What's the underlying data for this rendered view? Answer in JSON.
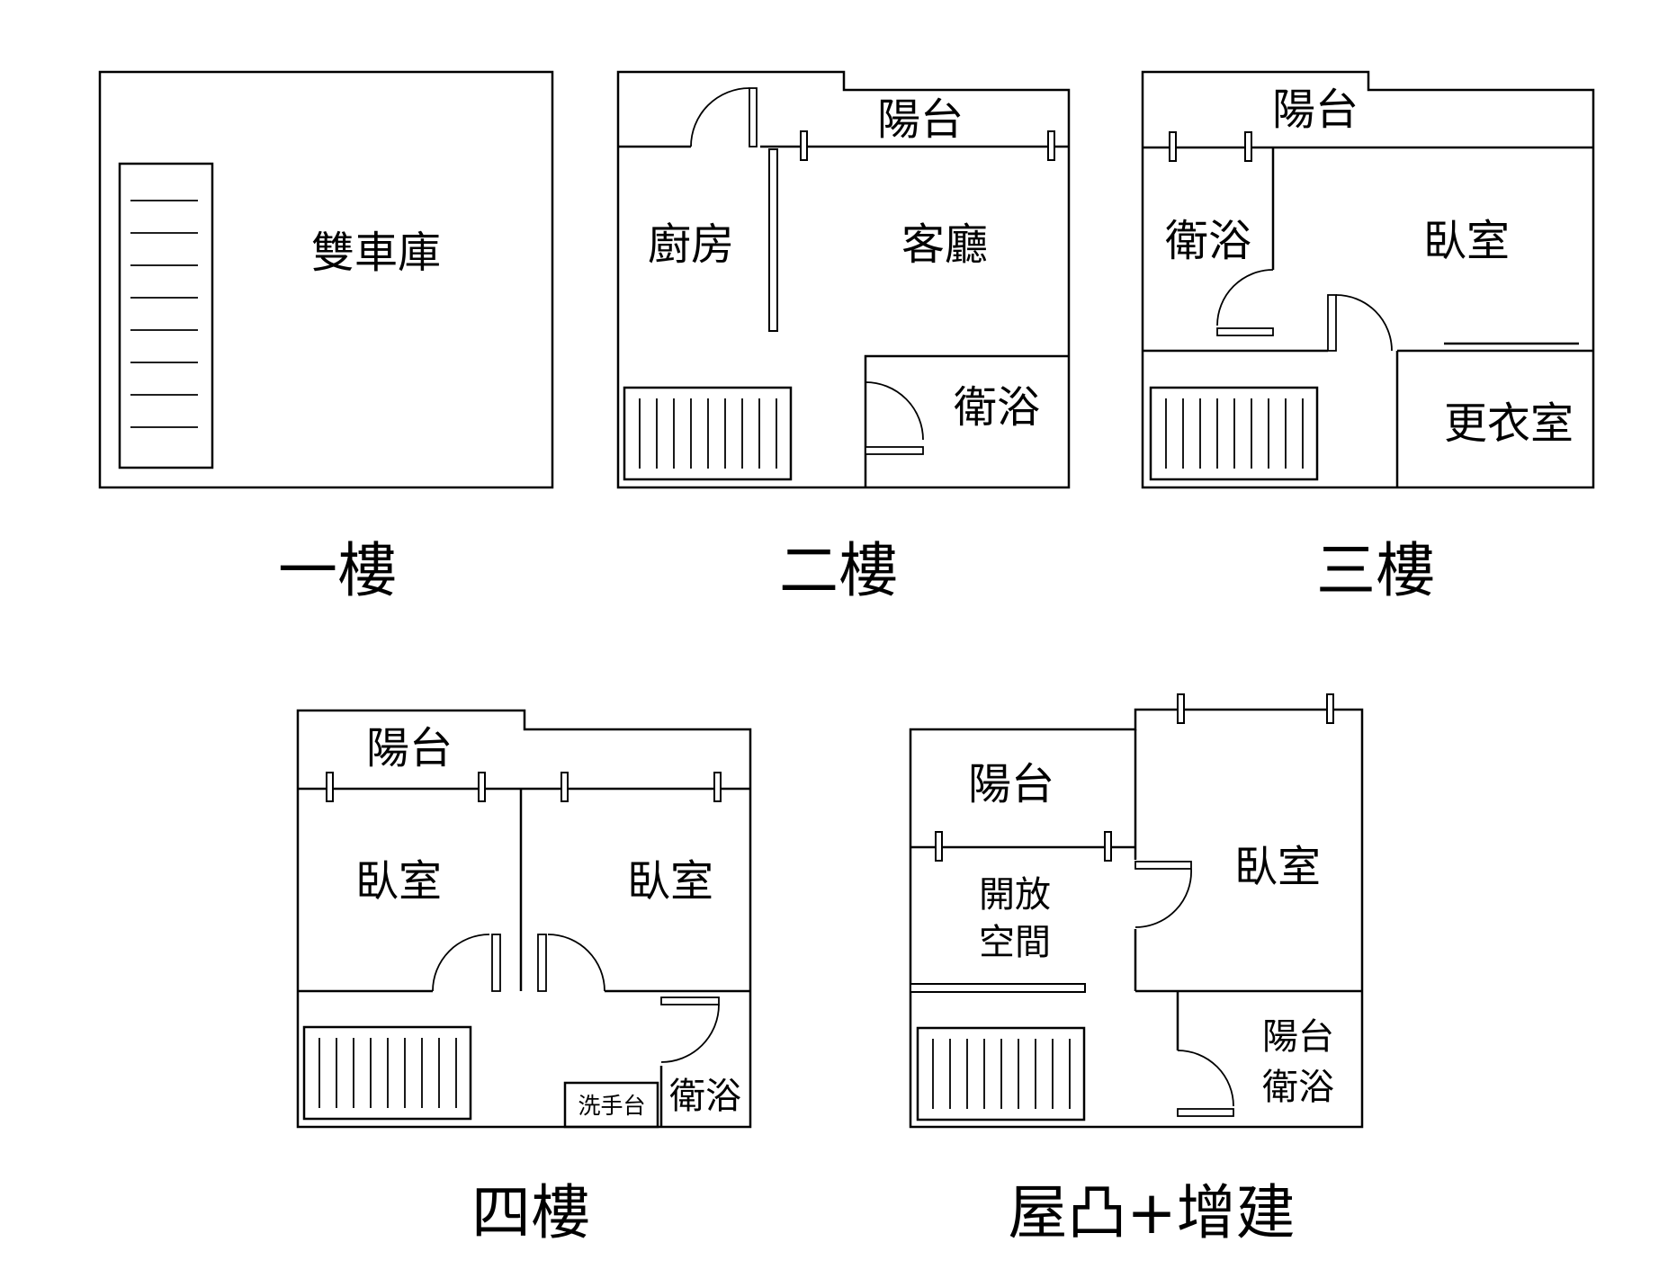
{
  "floors": {
    "f1": {
      "name": "一樓",
      "rooms": {
        "garage": "雙車庫"
      }
    },
    "f2": {
      "name": "二樓",
      "rooms": {
        "balcony": "陽台",
        "kitchen": "廚房",
        "living": "客廳",
        "bath": "衛浴"
      }
    },
    "f3": {
      "name": "三樓",
      "rooms": {
        "balcony": "陽台",
        "bath": "衛浴",
        "bedroom": "臥室",
        "closet": "更衣室"
      }
    },
    "f4": {
      "name": "四樓",
      "rooms": {
        "balcony": "陽台",
        "bedroom_left": "臥室",
        "bedroom_right": "臥室",
        "sink": "洗手台",
        "bath": "衛浴"
      }
    },
    "roof": {
      "name": "屋凸+增建",
      "rooms": {
        "balcony": "陽台",
        "open_space_line1": "開放",
        "open_space_line2": "空間",
        "bedroom": "臥室",
        "balcony_bath_line1": "陽台",
        "balcony_bath_line2": "衛浴"
      }
    }
  }
}
